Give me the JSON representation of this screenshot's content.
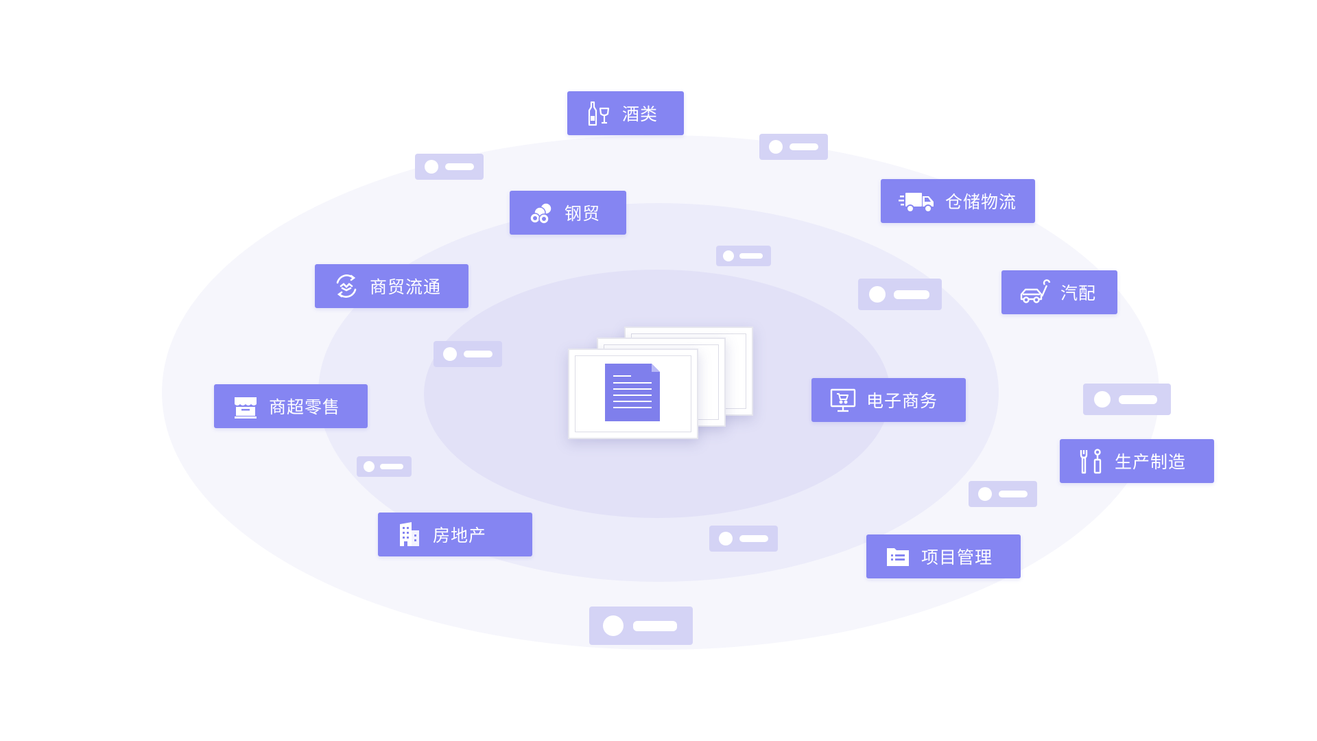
{
  "categories": [
    {
      "key": "liquor",
      "label": "酒类",
      "icon": "liquor-bottle-glass-icon"
    },
    {
      "key": "steel",
      "label": "钢贸",
      "icon": "steel-pipes-icon"
    },
    {
      "key": "warehouse",
      "label": "仓储物流",
      "icon": "delivery-truck-icon"
    },
    {
      "key": "trade",
      "label": "商贸流通",
      "icon": "trade-cycle-icon"
    },
    {
      "key": "auto",
      "label": "汽配",
      "icon": "car-wrench-icon"
    },
    {
      "key": "retail",
      "label": "商超零售",
      "icon": "storefront-icon"
    },
    {
      "key": "ecommerce",
      "label": "电子商务",
      "icon": "monitor-cart-icon"
    },
    {
      "key": "manufacturing",
      "label": "生产制造",
      "icon": "tools-icon"
    },
    {
      "key": "realestate",
      "label": "房地产",
      "icon": "building-icon"
    },
    {
      "key": "project",
      "label": "项目管理",
      "icon": "folder-list-icon"
    }
  ],
  "center": {
    "icon": "document-icon"
  },
  "colors": {
    "accent": "#8585f2",
    "placeholder": "#d4d3f5",
    "ring_outer": "#f6f6fc",
    "ring_mid": "#ececfa",
    "ring_inner": "#e2e1f7"
  }
}
